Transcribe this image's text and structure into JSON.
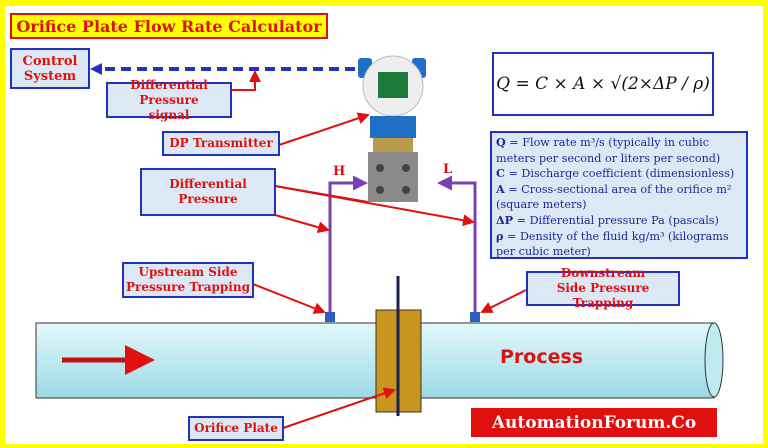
{
  "title": "Orifice Plate Flow Rate Calculator",
  "labels": {
    "control_system": "Control System",
    "dp_signal": "Differential Pressure signal",
    "dp_transmitter": "DP Transmitter",
    "differential_pressure": "Differential Pressure",
    "upstream": "Upstream Side Pressure Trapping",
    "downstream": "Downstream Side Pressure Trapping",
    "orifice_plate": "Orifice Plate",
    "high": "H",
    "low": "L",
    "process": "Process"
  },
  "formula": "Q = C × A × √(2×ΔP / ρ)",
  "definitions": [
    {
      "sym": "Q",
      "text": " = Flow rate m³/s (typically in cubic meters per second or liters per second)"
    },
    {
      "sym": "C",
      "text": " = Discharge coefficient (dimensionless)"
    },
    {
      "sym": "A",
      "text": " = Cross-sectional area of the orifice m² (square meters)"
    },
    {
      "sym": "ΔP",
      "text": " = Differential pressure Pa (pascals)"
    },
    {
      "sym": "ρ",
      "text": " = Density of the fluid kg/m³ (kilograms per cubic meter)"
    }
  ],
  "brand": "AutomationForum.Co",
  "colors": {
    "background": "#ffff00",
    "label_text": "#e01010",
    "box_border": "#2233bb",
    "box_fill": "#dde8f5",
    "pipe": "#c8eef2",
    "impulse_line": "#7a3fb0",
    "orifice": "#c8961e"
  }
}
